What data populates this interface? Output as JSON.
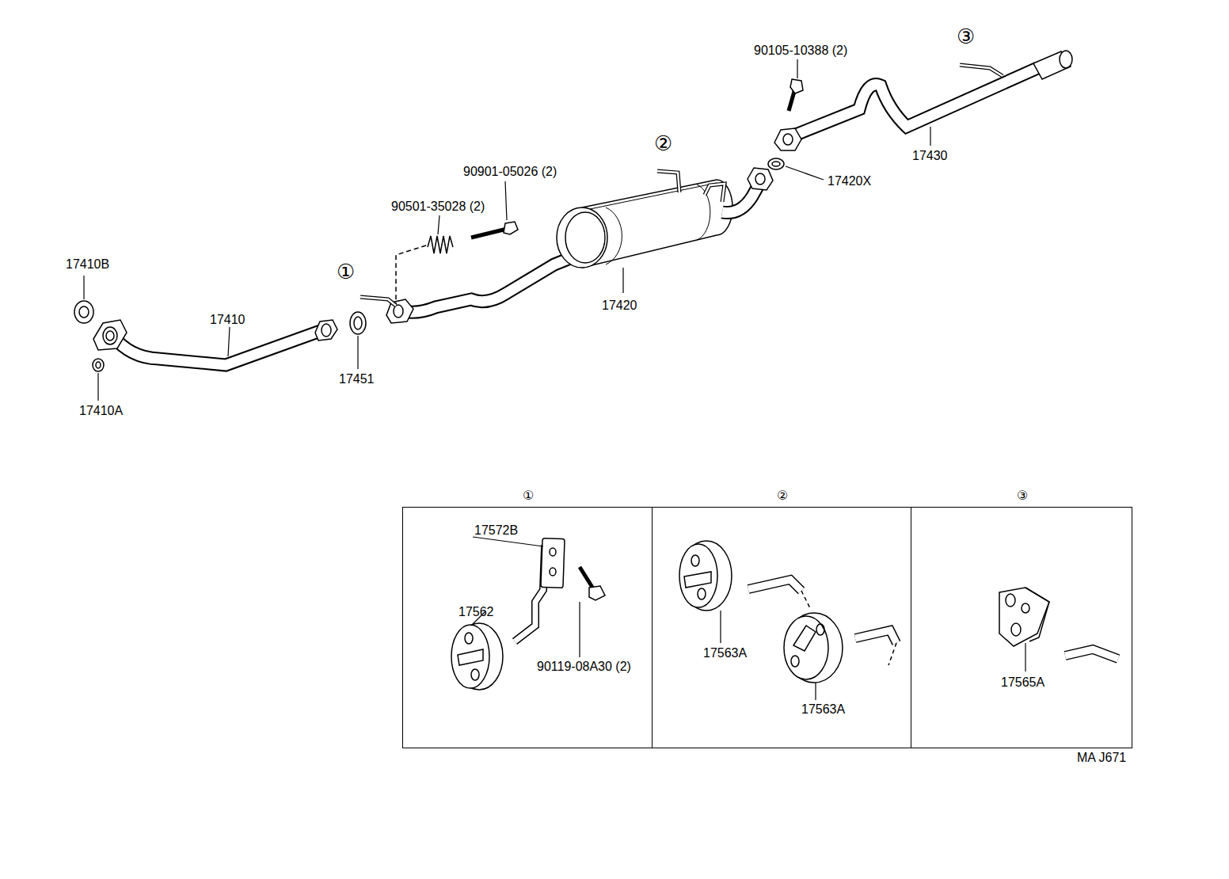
{
  "diagram": {
    "nodes": [
      {
        "text": [
          "①",
          "17572B",
          "17562",
          "90119-08A30 (2)"
        ]
      },
      {
        "text": [
          "②",
          "17563A",
          "17563A"
        ]
      },
      {
        "text": [
          "③",
          "17565A"
        ]
      }
    ],
    "labels": [
      "17410B",
      "17410A",
      "17410",
      "①",
      "17451",
      "90501-35028 (2)",
      "90901-05026 (2)",
      "17420",
      "②",
      "17420X",
      "90105-10388 (2)",
      "③",
      "17430",
      "MA J671"
    ]
  }
}
